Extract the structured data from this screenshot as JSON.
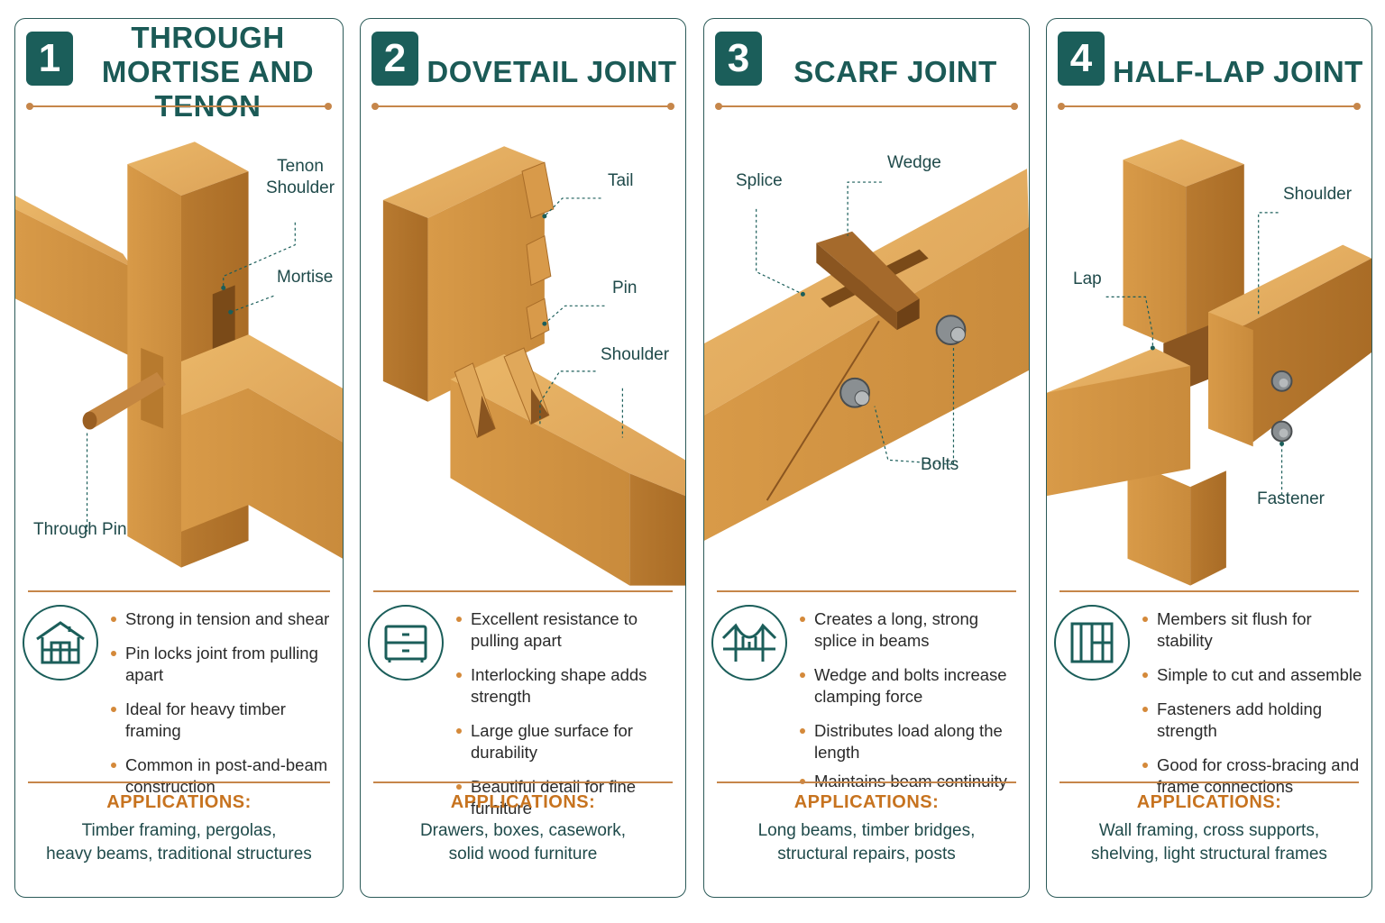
{
  "panels": [
    {
      "number": "1",
      "title_lines": [
        "THROUGH",
        "MORTISE AND TENON"
      ],
      "callouts": {
        "tenon_shoulder": [
          "Tenon",
          "Shoulder"
        ],
        "mortise": "Mortise",
        "through_pin": "Through Pin"
      },
      "icon": "house-frame-icon",
      "bullets": [
        "Strong in tension and shear",
        "Pin locks joint from pulling apart",
        "Ideal for heavy timber framing",
        "Common in post-and-beam construction"
      ],
      "applications_label": "APPLICATIONS:",
      "applications": [
        "Timber framing, pergolas,",
        "heavy beams, traditional structures"
      ]
    },
    {
      "number": "2",
      "title_lines": [
        "DOVETAIL JOINT"
      ],
      "callouts": {
        "tail": "Tail",
        "pin": "Pin",
        "shoulder": "Shoulder"
      },
      "icon": "drawer-cabinet-icon",
      "bullets": [
        "Excellent resistance to pulling apart",
        "Interlocking shape adds strength",
        "Large glue surface for durability",
        "Beautiful detail for fine furniture"
      ],
      "applications_label": "APPLICATIONS:",
      "applications": [
        "Drawers, boxes, casework,",
        "solid wood furniture"
      ]
    },
    {
      "number": "3",
      "title_lines": [
        "SCARF JOINT"
      ],
      "callouts": {
        "splice": "Splice",
        "wedge": "Wedge",
        "bolts": "Bolts"
      },
      "icon": "bridge-icon",
      "bullets": [
        "Creates a long, strong splice in beams",
        "Wedge and bolts increase clamping force",
        "Distributes load along the length",
        "Maintains beam continuity"
      ],
      "applications_label": "APPLICATIONS:",
      "applications": [
        "Long beams, timber bridges,",
        "structural repairs, posts"
      ]
    },
    {
      "number": "4",
      "title_lines": [
        "HALF-LAP JOINT"
      ],
      "callouts": {
        "shoulder": "Shoulder",
        "lap": "Lap",
        "fastener": "Fastener"
      },
      "icon": "wall-frame-icon",
      "bullets": [
        "Members sit flush for stability",
        "Simple to cut and assemble",
        "Fasteners add holding strength",
        "Good for cross-bracing and frame connections"
      ],
      "applications_label": "APPLICATIONS:",
      "applications": [
        "Wall framing, cross supports,",
        "shelving, light structural frames"
      ]
    }
  ],
  "colors": {
    "teal": "#1b5e5a",
    "copper": "#c6864a",
    "orange_label": "#c7731f",
    "wood_light": "#e2a95a",
    "wood_mid": "#cc8f3e",
    "wood_dark": "#a86c28"
  }
}
